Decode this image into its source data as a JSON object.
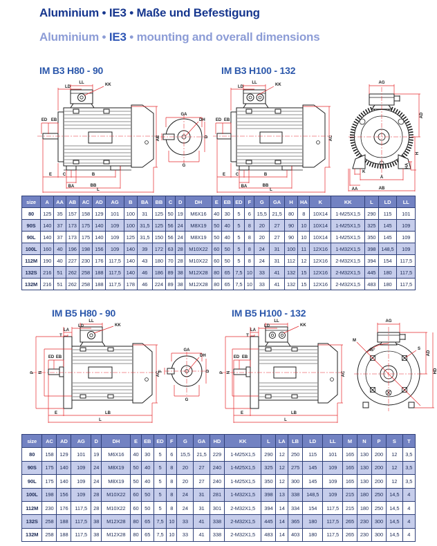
{
  "titles": {
    "de": "Aluminium • IE3 • Maße und Befestigung",
    "en_pre": "Aluminium • ",
    "en_ie3": "IE3",
    "en_post": " • mounting and overall dimensions",
    "d1": "IM B3 H80 - 90",
    "d2": "IM B3 H100 - 132",
    "d3": "IM B5 H80 - 90",
    "d4": "IM B5 H100 - 132"
  },
  "dim": {
    "A": "A",
    "AA": "AA",
    "AB": "AB",
    "AC": "AC",
    "AD": "AD",
    "AG": "AG",
    "B": "B",
    "BA": "BA",
    "BB": "BB",
    "C": "C",
    "D": "D",
    "DH": "DH",
    "E": "E",
    "EB": "EB",
    "ED": "ED",
    "F": "F",
    "G": "G",
    "GA": "GA",
    "H": "H",
    "HA": "HA",
    "HD": "HD",
    "K": "K",
    "KK": "KK",
    "L": "L",
    "LA": "LA",
    "LB": "LB",
    "LD": "LD",
    "LL": "LL",
    "M": "M",
    "N": "N",
    "P": "P",
    "S": "S",
    "T": "T",
    "angle45": "45°"
  },
  "table1": {
    "columns": [
      "size",
      "A",
      "AA",
      "AB",
      "AC",
      "AD",
      "AG",
      "B",
      "BA",
      "BB",
      "C",
      "D",
      "DH",
      "E",
      "EB",
      "ED",
      "F",
      "G",
      "GA",
      "H",
      "HA",
      "K",
      "KK",
      "L",
      "LD",
      "LL"
    ],
    "rows": [
      [
        "80",
        "125",
        "35",
        "157",
        "158",
        "129",
        "101",
        "100",
        "31",
        "125",
        "50",
        "19",
        "M6X16",
        "40",
        "30",
        "5",
        "6",
        "15,5",
        "21,5",
        "80",
        "8",
        "10X14",
        "1-M25X1,5",
        "290",
        "115",
        "101"
      ],
      [
        "90S",
        "140",
        "37",
        "173",
        "175",
        "140",
        "109",
        "100",
        "31,5",
        "125",
        "56",
        "24",
        "M8X19",
        "50",
        "40",
        "5",
        "8",
        "20",
        "27",
        "90",
        "10",
        "10X14",
        "1-M25X1,5",
        "325",
        "145",
        "109"
      ],
      [
        "90L",
        "140",
        "37",
        "173",
        "175",
        "140",
        "109",
        "125",
        "31,5",
        "150",
        "56",
        "24",
        "M8X19",
        "50",
        "40",
        "5",
        "8",
        "20",
        "27",
        "90",
        "10",
        "10X14",
        "1-M25X1,5",
        "350",
        "145",
        "109"
      ],
      [
        "100L",
        "160",
        "40",
        "196",
        "198",
        "156",
        "109",
        "140",
        "39",
        "172",
        "63",
        "28",
        "M10X22",
        "60",
        "50",
        "5",
        "8",
        "24",
        "31",
        "100",
        "11",
        "12X16",
        "1-M32X1,5",
        "398",
        "148,5",
        "109"
      ],
      [
        "112M",
        "190",
        "40",
        "227",
        "230",
        "176",
        "117,5",
        "140",
        "43",
        "180",
        "70",
        "28",
        "M10X22",
        "60",
        "50",
        "5",
        "8",
        "24",
        "31",
        "112",
        "12",
        "12X16",
        "2-M32X1,5",
        "394",
        "154",
        "117,5"
      ],
      [
        "132S",
        "216",
        "51",
        "262",
        "258",
        "188",
        "117,5",
        "140",
        "46",
        "186",
        "89",
        "38",
        "M12X28",
        "80",
        "65",
        "7,5",
        "10",
        "33",
        "41",
        "132",
        "15",
        "12X16",
        "2-M32X1,5",
        "445",
        "180",
        "117,5"
      ],
      [
        "132M",
        "216",
        "51",
        "262",
        "258",
        "188",
        "117,5",
        "178",
        "46",
        "224",
        "89",
        "38",
        "M12X28",
        "80",
        "65",
        "7,5",
        "10",
        "33",
        "41",
        "132",
        "15",
        "12X16",
        "2-M32X1,5",
        "483",
        "180",
        "117,5"
      ]
    ]
  },
  "table2": {
    "columns": [
      "size",
      "AC",
      "AD",
      "AG",
      "D",
      "DH",
      "E",
      "EB",
      "ED",
      "F",
      "G",
      "GA",
      "HD",
      "KK",
      "L",
      "LA",
      "LB",
      "LD",
      "LL",
      "M",
      "N",
      "P",
      "S",
      "T"
    ],
    "rows": [
      [
        "80",
        "158",
        "129",
        "101",
        "19",
        "M6X16",
        "40",
        "30",
        "5",
        "6",
        "15,5",
        "21,5",
        "229",
        "1-M25X1,5",
        "290",
        "12",
        "250",
        "115",
        "101",
        "165",
        "130",
        "200",
        "12",
        "3,5"
      ],
      [
        "90S",
        "175",
        "140",
        "109",
        "24",
        "M8X19",
        "50",
        "40",
        "5",
        "8",
        "20",
        "27",
        "240",
        "1-M25X1,5",
        "325",
        "12",
        "275",
        "145",
        "109",
        "165",
        "130",
        "200",
        "12",
        "3,5"
      ],
      [
        "90L",
        "175",
        "140",
        "109",
        "24",
        "M8X19",
        "50",
        "40",
        "5",
        "8",
        "20",
        "27",
        "240",
        "1-M25X1,5",
        "350",
        "12",
        "300",
        "145",
        "109",
        "165",
        "130",
        "200",
        "12",
        "3,5"
      ],
      [
        "100L",
        "198",
        "156",
        "109",
        "28",
        "M10X22",
        "60",
        "50",
        "5",
        "8",
        "24",
        "31",
        "281",
        "1-M32X1,5",
        "398",
        "13",
        "338",
        "148,5",
        "109",
        "215",
        "180",
        "250",
        "14,5",
        "4"
      ],
      [
        "112M",
        "230",
        "176",
        "117,5",
        "28",
        "M10X22",
        "60",
        "50",
        "5",
        "8",
        "24",
        "31",
        "301",
        "2-M32X1,5",
        "394",
        "14",
        "334",
        "154",
        "117,5",
        "215",
        "180",
        "250",
        "14,5",
        "4"
      ],
      [
        "132S",
        "258",
        "188",
        "117,5",
        "38",
        "M12X28",
        "80",
        "65",
        "7,5",
        "10",
        "33",
        "41",
        "338",
        "2-M32X1,5",
        "445",
        "14",
        "365",
        "180",
        "117,5",
        "265",
        "230",
        "300",
        "14,5",
        "4"
      ],
      [
        "132M",
        "258",
        "188",
        "117,5",
        "38",
        "M12X28",
        "80",
        "65",
        "7,5",
        "10",
        "33",
        "41",
        "338",
        "2-M32X1,5",
        "483",
        "14",
        "403",
        "180",
        "117,5",
        "265",
        "230",
        "300",
        "14,5",
        "4"
      ]
    ]
  }
}
